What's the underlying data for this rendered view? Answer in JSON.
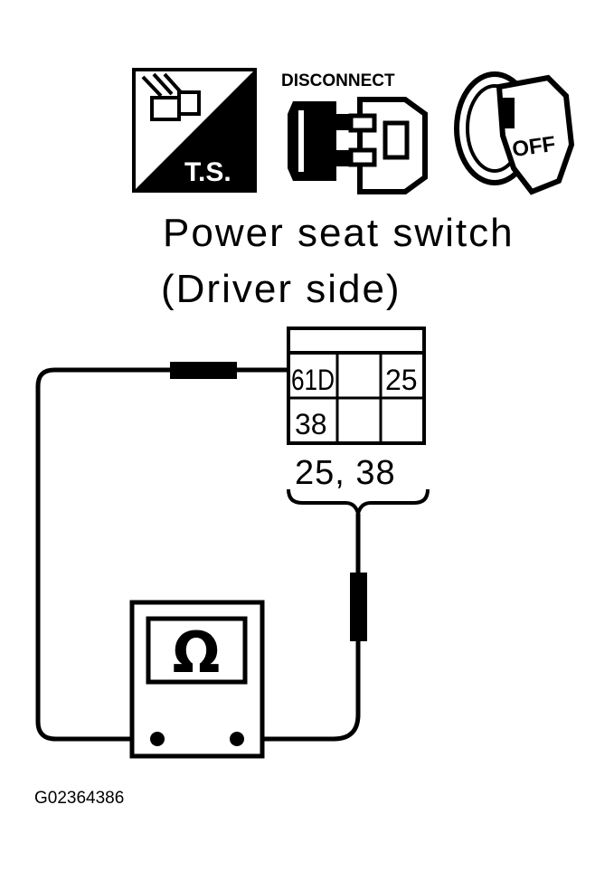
{
  "icons": {
    "test_switch": {
      "label": "T.S.",
      "icon": "test-switch-icon"
    },
    "disconnect": {
      "label": "DISCONNECT",
      "icon": "connector-disconnect-icon"
    },
    "ignition": {
      "label": "OFF",
      "icon": "ignition-key-off-icon"
    }
  },
  "title": {
    "line1": "Power seat switch",
    "line2": "(Driver side)"
  },
  "connector": {
    "id": "61D",
    "pins": [
      "25",
      "38"
    ],
    "pin_label": "25, 38"
  },
  "meter": {
    "symbol": "Ω",
    "icon": "ohmmeter-icon"
  },
  "figure_code": "G02364386"
}
